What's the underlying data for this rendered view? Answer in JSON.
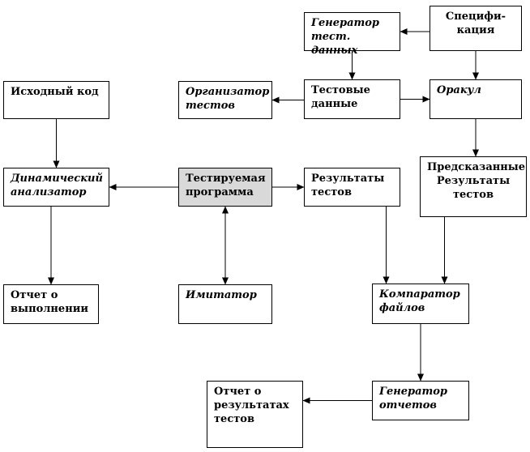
{
  "nodes": {
    "spec": "Специфи-\nкация",
    "generator_test_data": "Генератор\nтест. данных",
    "source_code": "Исходный код",
    "test_organizer": "Организатор\nтестов",
    "test_data": "Тестовые\nданные",
    "oracle": "Оракул",
    "dynamic_analyzer": "Динамический\nанализатор",
    "program_under_test": "Тестируемая\nпрограмма",
    "test_results": "Результаты\nтестов",
    "predicted_results": "Предсказанные\nРезультаты\nтестов",
    "execution_report": "Отчет о\nвыполнении",
    "simulator": "Имитатор",
    "file_comparator": "Компаратор\nфайлов",
    "results_report": "Отчет о\nрезультатах\nтестов",
    "report_generator": "Генератор\nотчетов"
  },
  "edges": [
    {
      "from": "spec",
      "to": "generator_test_data"
    },
    {
      "from": "spec",
      "to": "oracle"
    },
    {
      "from": "generator_test_data",
      "to": "test_data"
    },
    {
      "from": "test_data",
      "to": "test_organizer"
    },
    {
      "from": "test_data",
      "to": "oracle"
    },
    {
      "from": "source_code",
      "to": "dynamic_analyzer"
    },
    {
      "from": "program_under_test",
      "to": "dynamic_analyzer"
    },
    {
      "from": "program_under_test",
      "to": "test_results"
    },
    {
      "from": "oracle",
      "to": "predicted_results"
    },
    {
      "from": "dynamic_analyzer",
      "to": "execution_report"
    },
    {
      "from": "program_under_test",
      "to": "simulator",
      "bidirectional": true
    },
    {
      "from": "test_results",
      "to": "file_comparator"
    },
    {
      "from": "predicted_results",
      "to": "file_comparator"
    },
    {
      "from": "file_comparator",
      "to": "report_generator"
    },
    {
      "from": "report_generator",
      "to": "results_report"
    }
  ]
}
